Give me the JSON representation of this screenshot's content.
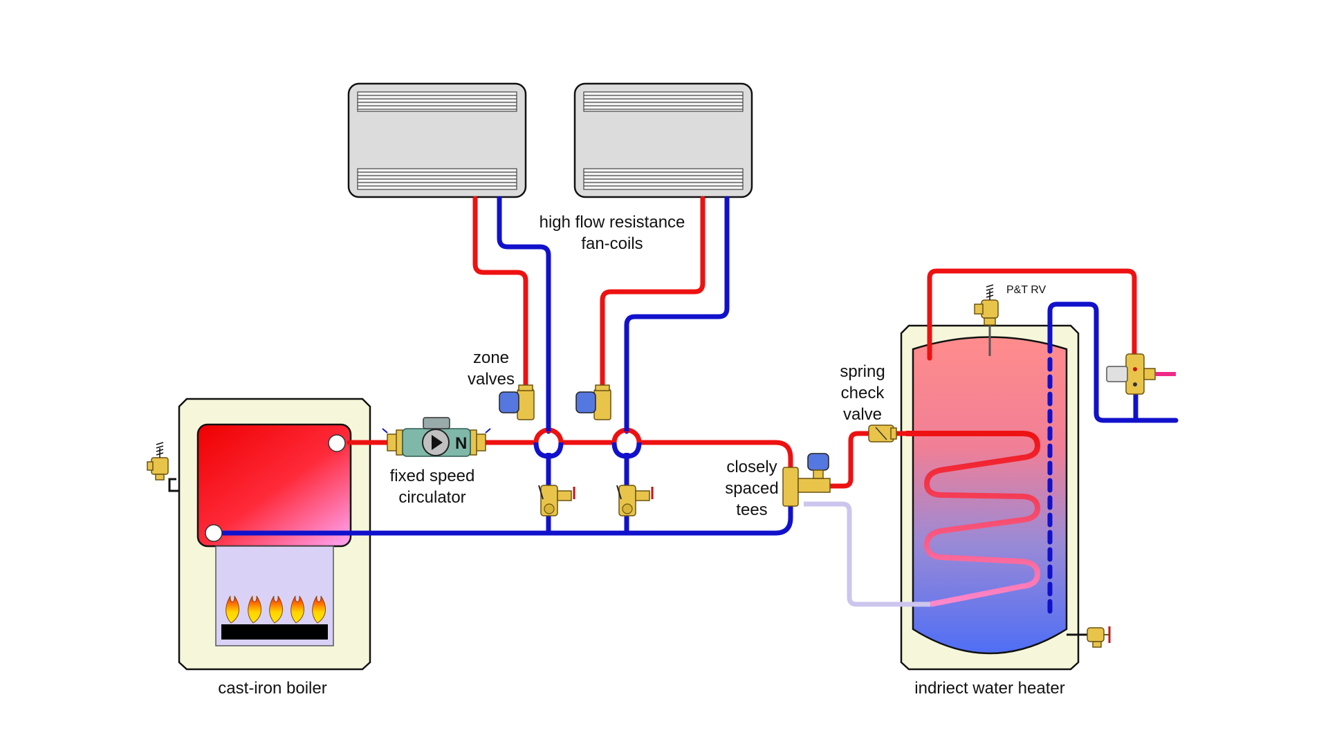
{
  "labels": {
    "fan_coils": [
      "high flow resistance",
      "fan-coils"
    ],
    "zone_valves": [
      "zone",
      "valves"
    ],
    "circulator": [
      "fixed speed",
      "circulator"
    ],
    "closely_spaced_tees": [
      "closely",
      "spaced",
      "tees"
    ],
    "spring_check_valve": [
      "spring",
      "check",
      "valve"
    ],
    "ptrv": "P&T RV",
    "boiler": "cast-iron boiler",
    "water_heater": "indriect water heater"
  },
  "colors": {
    "hot_supply": "#ee1111",
    "cold_return": "#1111cc",
    "hx_return_light": "#ccc6ee",
    "brass": "#e8c44a",
    "cabinet": "#f6f6da",
    "fancoil_body": "#dcdcdc",
    "valve_actuator": "#5577e0",
    "burner": "#000000"
  }
}
